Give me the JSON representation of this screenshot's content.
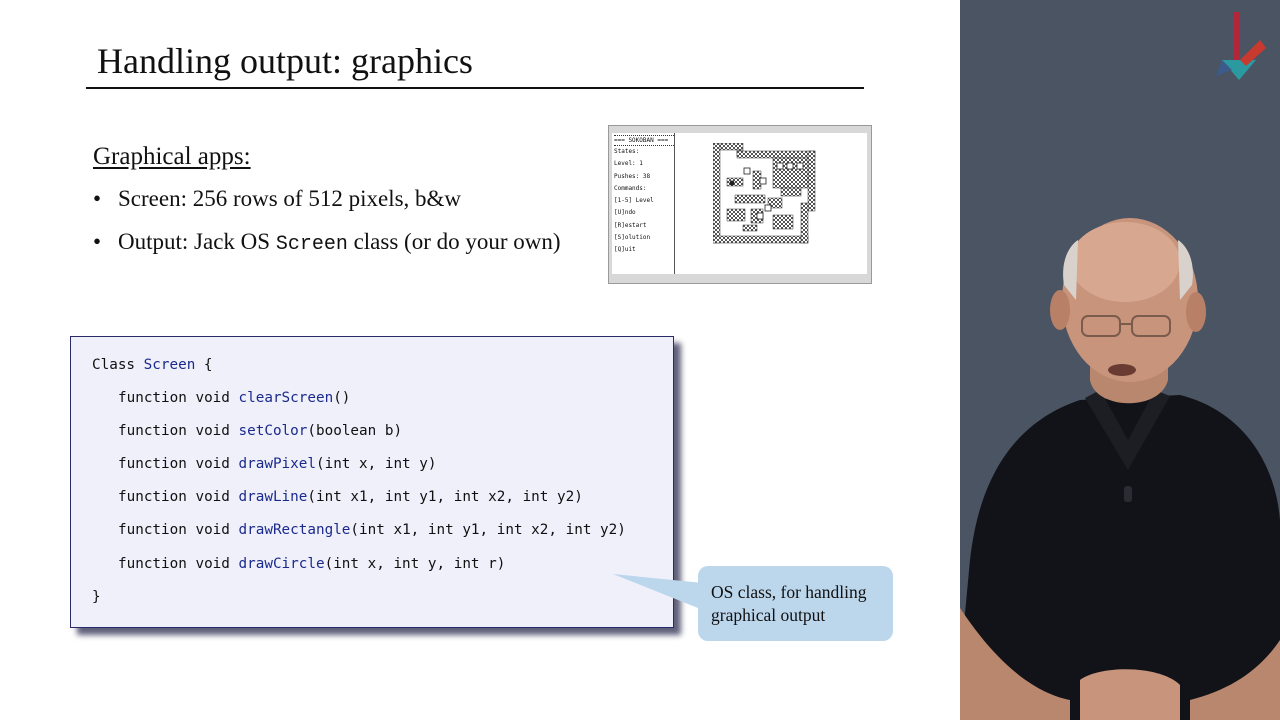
{
  "slide": {
    "title": "Handling output: graphics",
    "heading": "Graphical apps:",
    "bullets": [
      {
        "text": "Screen: 256 rows of 512 pixels, b&w"
      },
      {
        "prefix": "Output: Jack OS ",
        "code": "Screen",
        "suffix": " class (or do your own)"
      }
    ],
    "bullet_symbol": "•"
  },
  "game": {
    "header": "=== SOKOBAN ===",
    "lines": [
      "States:",
      " Level: 1",
      " Pushes: 38",
      "Commands:",
      " [1-5] Level",
      " [U]ndo",
      " [R]estart",
      " [S]olution",
      " [Q]uit"
    ]
  },
  "code": {
    "open": {
      "kw": "Class ",
      "name": "Screen",
      "rest": " {"
    },
    "lines": [
      {
        "prefix": "function void ",
        "name": "clearScreen",
        "args": "()"
      },
      {
        "prefix": "function void ",
        "name": "setColor",
        "args": "(boolean b)"
      },
      {
        "prefix": "function void ",
        "name": "drawPixel",
        "args": "(int x, int y)"
      },
      {
        "prefix": "function void ",
        "name": "drawLine",
        "args": "(int x1, int y1, int x2, int y2)"
      },
      {
        "prefix": "function void ",
        "name": "drawRectangle",
        "args": "(int x1, int y1, int x2, int y2)"
      },
      {
        "prefix": "function void ",
        "name": "drawCircle",
        "args": "(int x, int y, int r)"
      }
    ],
    "close": "}"
  },
  "callout": {
    "line1": "OS class, for handling",
    "line2": "graphical output"
  },
  "colors": {
    "video_bg": "#4b5463",
    "code_bg": "#f0f0fb",
    "code_fn": "#1a2a8c",
    "callout_bg": "#bcd6ec"
  },
  "icons": [
    "logo-icon",
    "presenter-image"
  ]
}
